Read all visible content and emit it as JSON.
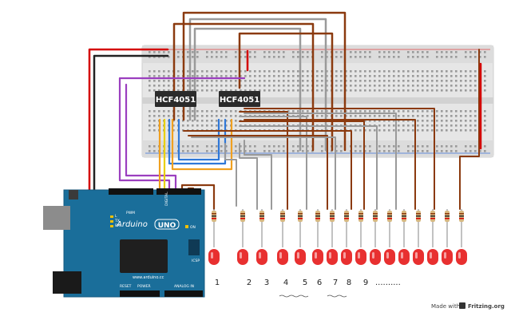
{
  "chips": [
    {
      "name": "HCF4051"
    },
    {
      "name": "HCF4051"
    }
  ],
  "board": {
    "brand": "Arduino",
    "model": "UNO",
    "site": "www.arduino.cc",
    "header_digital": "DIGITAL",
    "header_pwm": "PWM",
    "header_power": "POWER",
    "header_analog": "ANALOG IN",
    "icsp": "ICSP",
    "tx": "TX",
    "rx": "RX",
    "l": "L",
    "on": "ON",
    "reset": "RESET"
  },
  "led_labels": [
    "1",
    "2",
    "3",
    "4",
    "5",
    "6",
    "7",
    "8",
    "9",
    ".........."
  ],
  "credit": {
    "prefix": "Made with",
    "brand": "Fritzing.org"
  },
  "colors": {
    "wire_red": "#d40000",
    "wire_brown": "#8b3a0f",
    "wire_gray": "#9a9a9a",
    "wire_black": "#222222",
    "wire_purple": "#9b3fbf",
    "wire_orange": "#f0a020",
    "wire_yellow": "#e8d000",
    "wire_blue": "#2f78d8",
    "led_red": "#e83030",
    "board_blue": "#1a6e9a",
    "breadboard": "#e6e6e6"
  }
}
